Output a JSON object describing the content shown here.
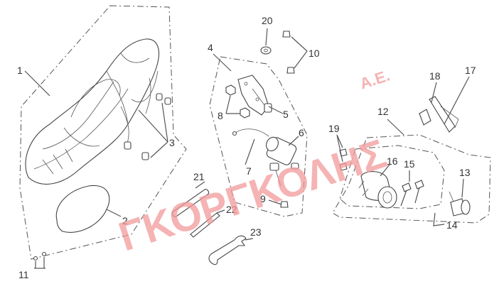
{
  "watermark": {
    "main": "ΓΚΟΡΓΚΟΛΗΣ",
    "suffix": "Α.Ε.",
    "color": "#f29a9a"
  },
  "callouts": {
    "c1": "1",
    "c2": "2",
    "c3": "3",
    "c4": "4",
    "c5": "5",
    "c6": "6",
    "c7": "7",
    "c8": "8",
    "c9": "9",
    "c10": "10",
    "c11": "11",
    "c12": "12",
    "c13": "13",
    "c14": "14",
    "c15": "15",
    "c16": "16",
    "c17": "17",
    "c18": "18",
    "c19": "19",
    "c20": "20",
    "c21": "21",
    "c22": "22",
    "c23": "23"
  }
}
